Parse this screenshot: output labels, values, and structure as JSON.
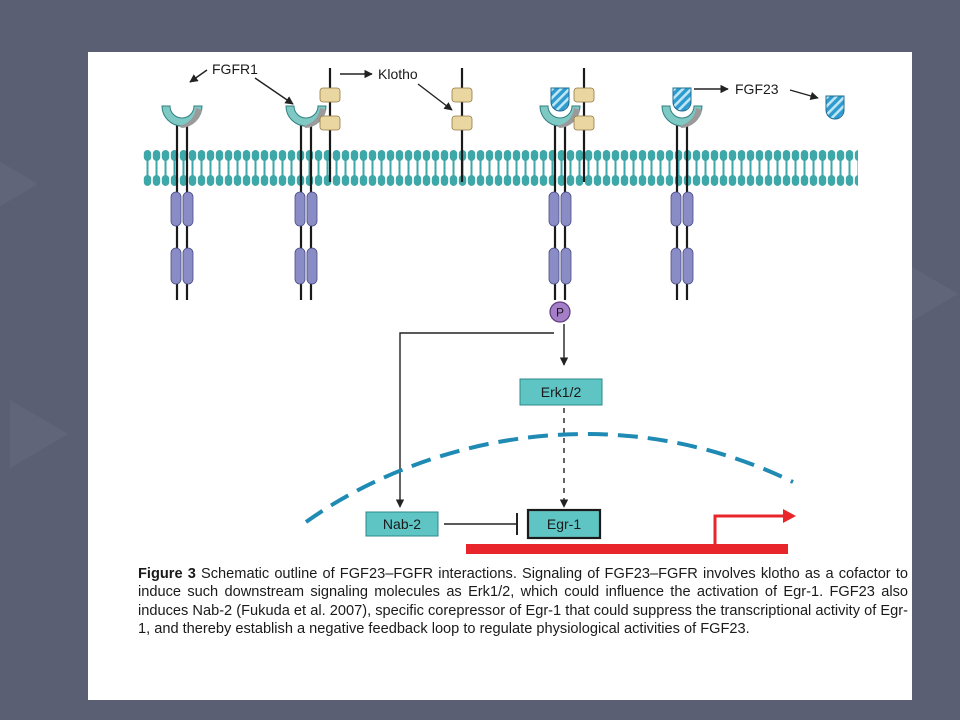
{
  "slide": {
    "background_color": "#5a5f73"
  },
  "diagram": {
    "labels": {
      "fgfr1": "FGFR1",
      "klotho": "Klotho",
      "fgf23": "FGF23",
      "phospho": "P",
      "erk": "Erk1/2",
      "nab2": "Nab-2",
      "egr1": "Egr-1"
    },
    "colors": {
      "membrane": "#3ea7a8",
      "receptor": "#8a8cc6",
      "ligand": "#2d9ad0",
      "klotho": "#ead6a0",
      "node_box": "#5fc4c4",
      "gene": "#e8252a",
      "nuclear_envelope": "#1f8bb4",
      "phospho": "#a57ec8"
    }
  },
  "caption": {
    "figure_label": "Figure 3",
    "text": "Schematic outline of FGF23–FGFR interactions. Signaling of FGF23–FGFR involves klotho as a cofactor to induce such downstream signaling molecules as Erk1/2, which could influence the activation of Egr-1. FGF23 also induces Nab-2 (Fukuda et al. 2007), specific corepressor of Egr-1 that could suppress the transcriptional activity of Egr-1, and thereby establish a negative feedback loop to regulate physiological activities of FGF23."
  }
}
